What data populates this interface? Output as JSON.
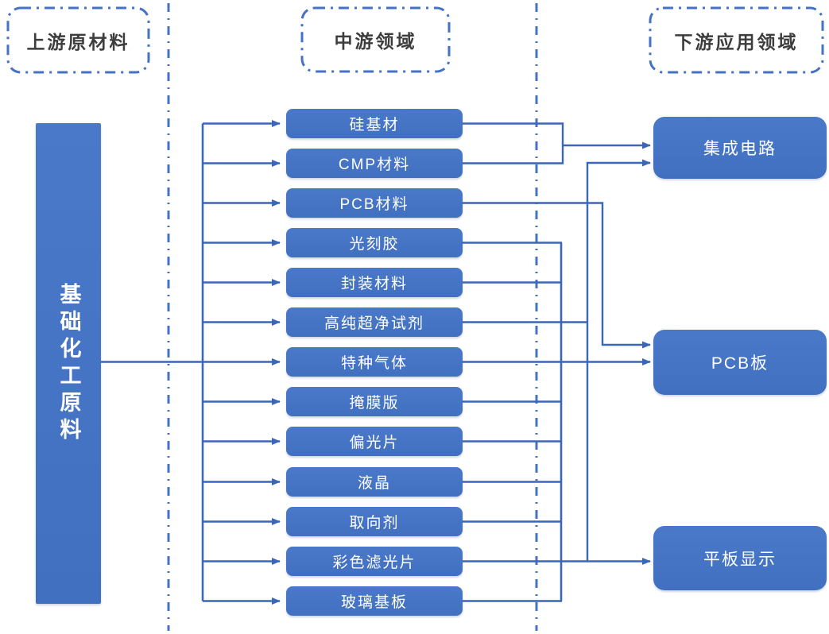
{
  "headers": {
    "upstream": "上游原材料",
    "midstream": "中游领域",
    "downstream": "下游应用领域"
  },
  "upstream": {
    "label": "基础化工原料"
  },
  "midstream": {
    "items": [
      "硅基材",
      "CMP材料",
      "PCB材料",
      "光刻胶",
      "封装材料",
      "高纯超净试剂",
      "特种气体",
      "掩膜版",
      "偏光片",
      "液晶",
      "取向剂",
      "彩色滤光片",
      "玻璃基板"
    ]
  },
  "downstream": {
    "items": [
      "集成电路",
      "PCB板",
      "平板显示"
    ]
  },
  "colors": {
    "box_fill": "#4472C4",
    "line": "#3A67B7",
    "dash_border": "#4472C4",
    "header_text": "#3d3d3d",
    "box_text": "#ffffff",
    "background": "#ffffff"
  }
}
